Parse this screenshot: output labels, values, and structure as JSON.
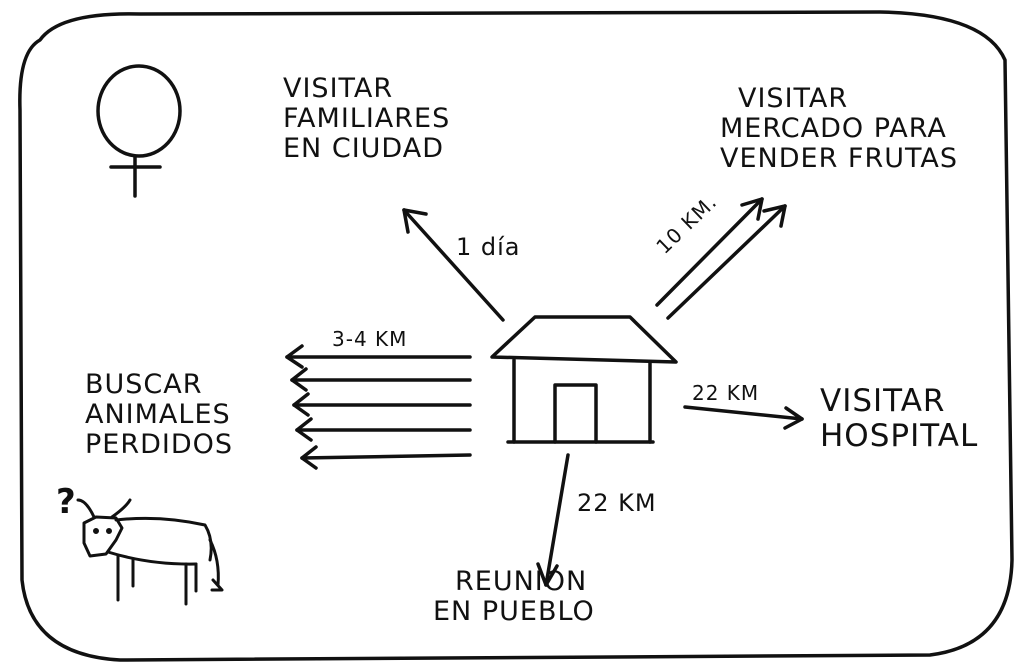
{
  "destinations": {
    "family": {
      "lines": [
        "VISITAR",
        "FAMILIARES",
        "EN CIUDAD"
      ],
      "distance": "1 día"
    },
    "market": {
      "lines": [
        "VISITAR",
        "MERCADO PARA",
        "VENDER FRUTAS"
      ],
      "distance": "10 KM."
    },
    "animals": {
      "lines": [
        "BUSCAR",
        "ANIMALES",
        "PERDIDOS"
      ],
      "distance": "3-4 KM"
    },
    "hospital": {
      "lines": [
        "VISITAR",
        "HOSPITAL"
      ],
      "distance": "22 KM"
    },
    "meeting": {
      "lines": [
        "REUNION",
        "EN PUEBLO"
      ],
      "distance": "22 KM"
    }
  },
  "decorations": {
    "female_symbol": "female-symbol-icon",
    "question_mark": "?",
    "cow": "cow-icon",
    "house": "house-icon"
  },
  "colors": {
    "ink": "#111111",
    "background": "#ffffff"
  }
}
